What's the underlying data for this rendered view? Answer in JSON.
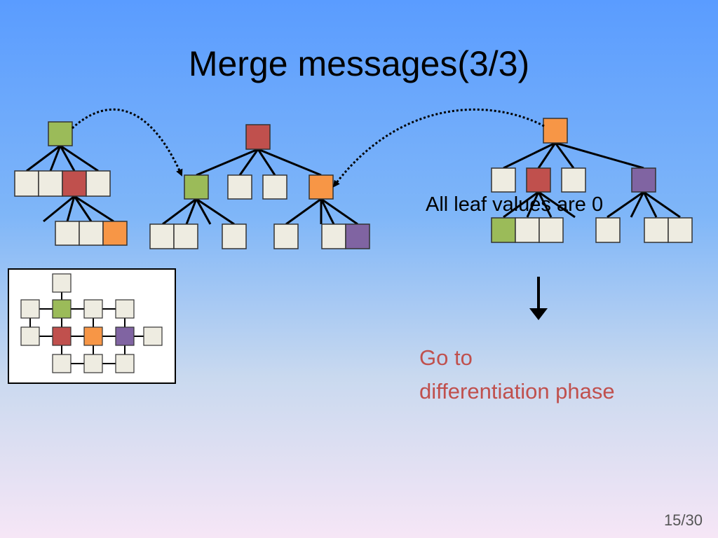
{
  "slide": {
    "title": "Merge messages(3/3)",
    "leaf_note": "All leaf values are 0",
    "next_step_line1": "Go to",
    "next_step_line2": "differentiation phase",
    "page_number": "15/30"
  },
  "colors": {
    "green": "#9bbb59",
    "red": "#c0504d",
    "orange": "#f79646",
    "purple": "#8064a2",
    "empty_node": "#eeece1",
    "next_step_text": "#c0504d"
  }
}
